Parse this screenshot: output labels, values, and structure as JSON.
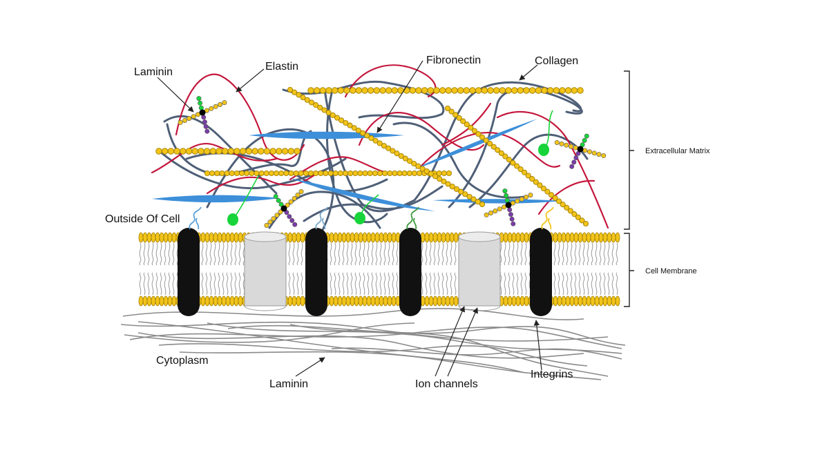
{
  "diagram": {
    "labels": {
      "laminin_top": "Laminin",
      "elastin": "Elastin",
      "fibronectin": "Fibronectin",
      "collagen": "Collagen",
      "outside_of_cell": "Outside Of Cell",
      "cytoplasm": "Cytoplasm",
      "laminin_bottom": "Laminin",
      "ion_channels": "Ion channels",
      "integrins": "Integrins"
    },
    "brackets": {
      "extracellular_matrix": "Extracellular Matrix",
      "cell_membrane": "Cell Membrane"
    },
    "colors": {
      "bead_yellow": "#f2c41a",
      "bead_outline": "#a07e00",
      "elastin_red": "#c4163c",
      "collagen_gray": "#4f5f77",
      "fibronectin_blue": "#3d8fd9",
      "integrin_black": "#111111",
      "ion_channel_gray": "#d9d9d9",
      "laminin_green": "#17d43a",
      "laminin_purple": "#7a3ca8",
      "cytoskeleton_gray": "#8a8a8a"
    }
  }
}
